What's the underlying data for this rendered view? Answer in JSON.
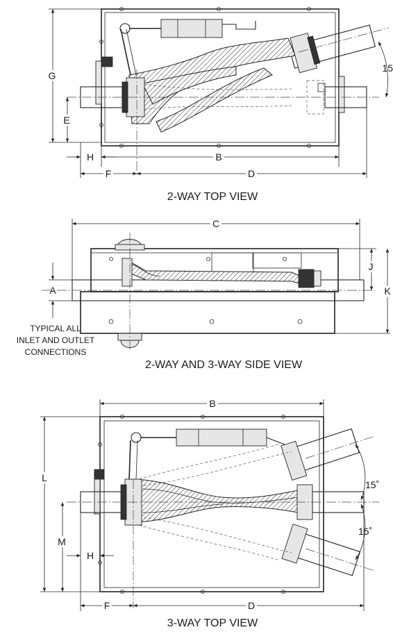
{
  "views": {
    "top_2way": {
      "caption": "2-WAY TOP VIEW"
    },
    "side": {
      "caption": "2-WAY AND 3-WAY SIDE VIEW"
    },
    "top_3way": {
      "caption": "3-WAY TOP VIEW"
    }
  },
  "dimensions": {
    "A": "A",
    "B": "B",
    "C": "C",
    "D": "D",
    "E": "E",
    "F": "F",
    "G": "G",
    "H": "H",
    "J": "J",
    "K": "K",
    "L": "L",
    "M": "M"
  },
  "angles": {
    "top_2way": "15",
    "top_3way_upper": "15˚",
    "top_3way_lower": "15˚"
  },
  "notes": {
    "connections_line1": "TYPICAL ALL",
    "connections_line2": "INLET AND OUTLET",
    "connections_line3": "CONNECTIONS"
  }
}
